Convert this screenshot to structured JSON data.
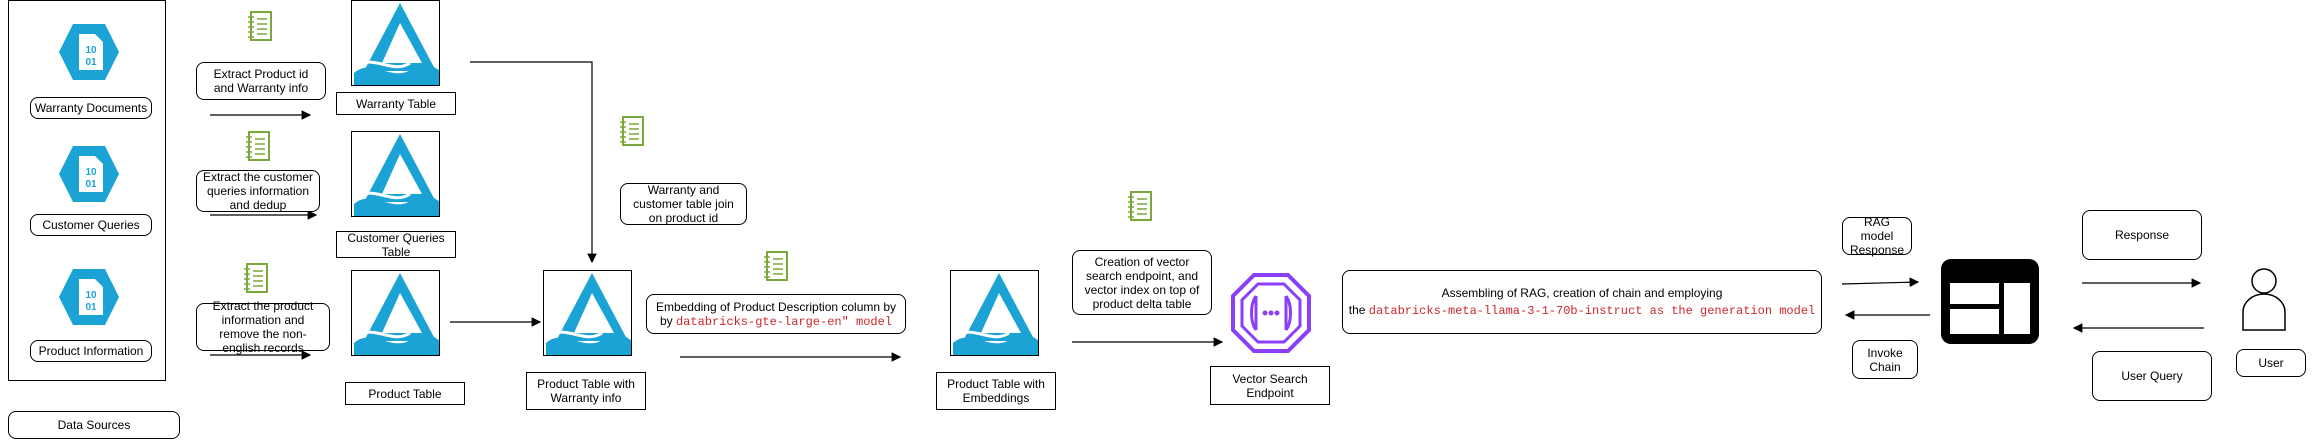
{
  "sources": {
    "group_label": "Data Sources",
    "items": [
      {
        "label": "Warranty Documents"
      },
      {
        "label": "Customer Queries"
      },
      {
        "label": "Product Information"
      }
    ]
  },
  "steps": {
    "extract_warranty": "Extract Product id and Warranty info",
    "extract_customer": "Extract the customer queries information and dedup",
    "extract_product": "Extract the product information and remove the non-english records",
    "join": "Warranty and customer table join on product id",
    "embedding_prefix": "Embedding of Product Description column by",
    "embedding_model": "databricks-gte-large-en\" model",
    "vector_index": "Creation of vector search endpoint, and vector index on top of product delta table",
    "rag_line1": "Assembling of RAG, creation of chain and employing",
    "rag_prefix": "the",
    "rag_model": "databricks-meta-llama-3-1-70b-instruct as the generation model"
  },
  "tables": {
    "warranty": "Warranty Table",
    "customer_queries": "Customer Queries Table",
    "product": "Product Table",
    "product_warranty": "Product Table with Warranty info",
    "product_embeddings": "Product Table with Embeddings"
  },
  "endpoint": {
    "label": "Vector Search Endpoint"
  },
  "rag_response": "RAG model Response",
  "invoke_chain": "Invoke Chain",
  "response": "Response",
  "user_query": "User Query",
  "user": "User",
  "colors": {
    "delta_blue": "#1aa3d4",
    "notebook_green": "#7aa83a",
    "endpoint_purple": "#8a3ffc",
    "code_red": "#d0262b"
  },
  "icons": [
    "data-file-icon",
    "notebook-icon",
    "delta-table-icon",
    "vector-endpoint-icon",
    "app-window-icon",
    "user-icon"
  ]
}
